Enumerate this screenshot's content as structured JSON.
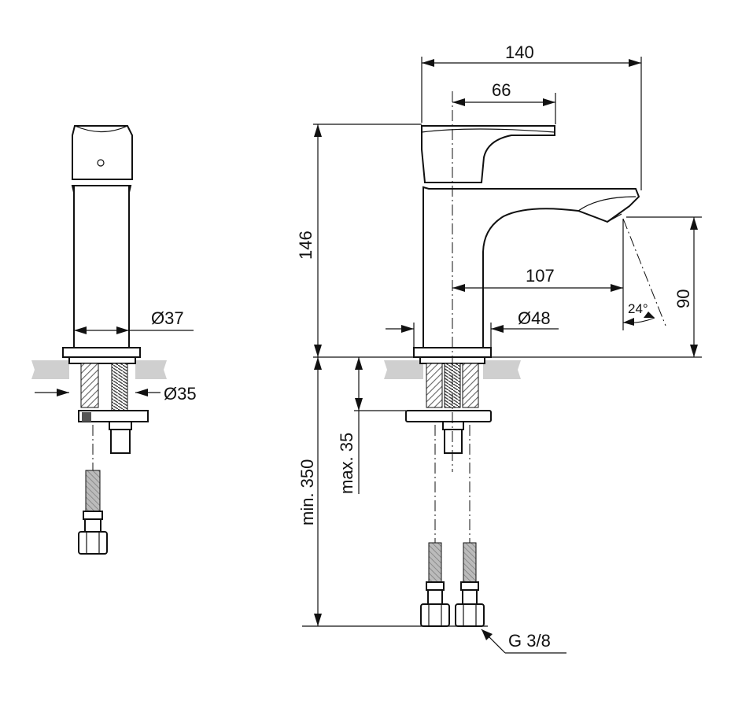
{
  "dimensions": {
    "diameter_side": "Ø37",
    "diameter_side_hole": "Ø35",
    "diameter_front": "Ø48",
    "overall_width": "140",
    "handle_offset": "66",
    "height": "146",
    "spout_reach": "107",
    "spout_height": "90",
    "spray_angle": "24°",
    "min_hose_length": "min. 350",
    "max_deck_thickness": "max. 35",
    "connection_thread": "G 3/8"
  },
  "colors": {
    "line": "#111111",
    "counter": "#cfcfcf",
    "background": "#ffffff"
  }
}
